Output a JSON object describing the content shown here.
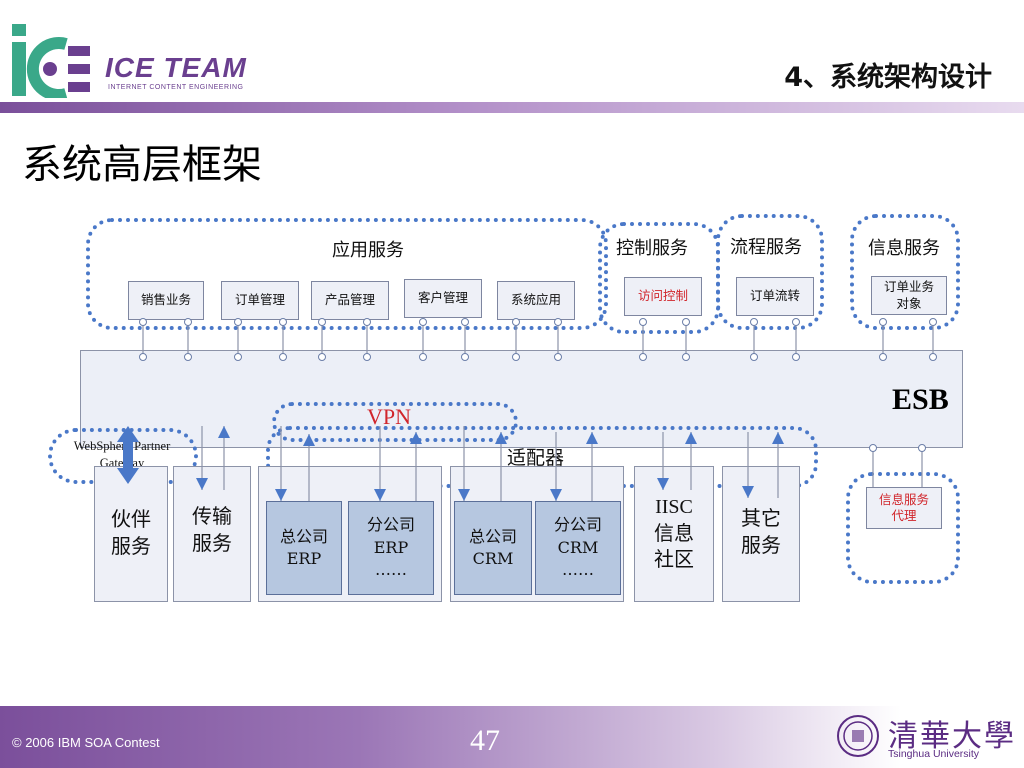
{
  "header": {
    "logo_text": "ICE TEAM",
    "logo_subtext": "INTERNET CONTENT ENGINEERING",
    "section_title": "4、系统架构设计",
    "bar_color": "#7a4f9a"
  },
  "slide_title": "系统高层框架",
  "diagram": {
    "app_services": {
      "label": "应用服务",
      "items": [
        "销售业务",
        "订单管理",
        "产品管理",
        "客户管理",
        "系统应用"
      ]
    },
    "control_services": {
      "label": "控制服务",
      "item": "访问控制"
    },
    "process_services": {
      "label": "流程服务",
      "item": "订单流转"
    },
    "info_services": {
      "label": "信息服务",
      "item_line1": "订单业务",
      "item_line2": "对象"
    },
    "esb_label": "ESB",
    "vpn_label": "VPN",
    "adapter_label": "适配器",
    "gateway_label_line1": "WebSphere Partner",
    "gateway_label_line2": "Gateway",
    "info_proxy": {
      "line1": "信息服务",
      "line2": "代理"
    },
    "partner_service": {
      "line1": "伙伴",
      "line2": "服务"
    },
    "transfer_service": {
      "line1": "传输",
      "line2": "服务"
    },
    "hq_erp": {
      "line1": "总公司",
      "line2": "ERP"
    },
    "branch_erp": {
      "line1": "分公司",
      "line2": "ERP",
      "line3": "……"
    },
    "hq_crm": {
      "line1": "总公司",
      "line2": "CRM"
    },
    "branch_crm": {
      "line1": "分公司",
      "line2": "CRM",
      "line3": "……"
    },
    "iisc": {
      "line1": "IISC",
      "line2": "信息",
      "line3": "社区"
    },
    "other_service": {
      "line1": "其它",
      "line2": "服务"
    },
    "colors": {
      "dotted_border": "#4a78c8",
      "arrow": "#4a78c8",
      "highlight_text": "#d1262c",
      "box_fill": "#eef0f7",
      "erp_fill": "#b6c7e0"
    }
  },
  "footer": {
    "copyright": "© 2006 IBM SOA Contest",
    "page_number": "47",
    "university_cn": "清華大學",
    "university_en": "Tsinghua University"
  }
}
